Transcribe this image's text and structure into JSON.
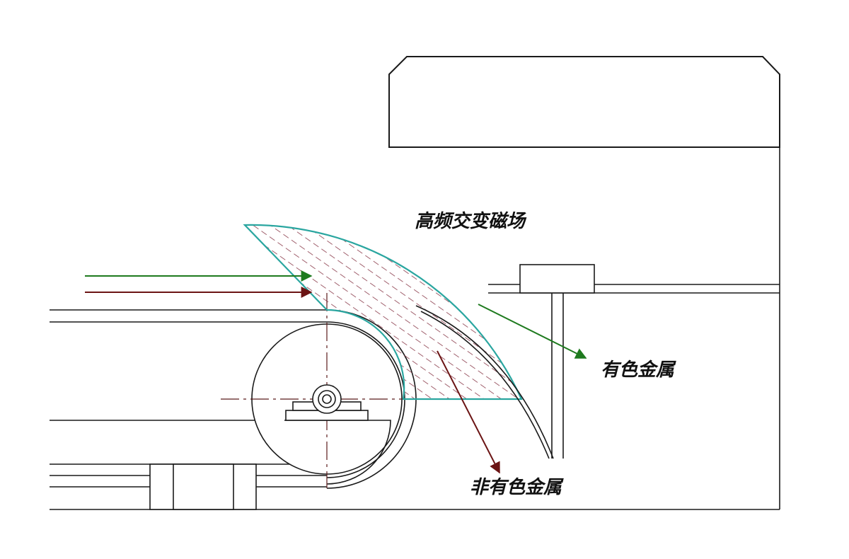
{
  "labels": {
    "field": "高频交变磁场",
    "nonferrous_metal": "有色金属",
    "ferrous_metal": "非有色金属"
  },
  "colors": {
    "line": "#1a1a1a",
    "field_outline": "#2aa6a0",
    "field_hatch": "#8a3a4a",
    "green_arrow": "#1e7a1e",
    "red_arrow": "#6b1414",
    "centerline": "#5a1a1a"
  }
}
